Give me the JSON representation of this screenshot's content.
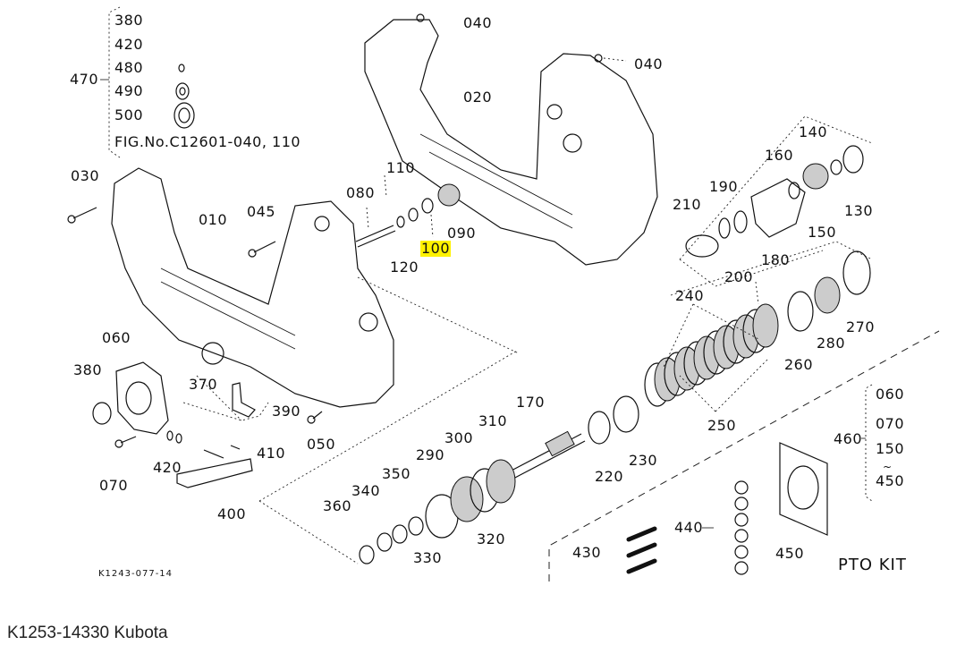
{
  "caption": "K1253-14330 Kubota",
  "drawing_code": "K1243-077-14",
  "kit_title": "PTO KIT",
  "group_470": {
    "label": "470",
    "items": [
      "380",
      "420",
      "480",
      "490",
      "500"
    ],
    "reference": "FIG.No.C12601-040, 110"
  },
  "group_460": {
    "label": "460",
    "items": [
      "060",
      "070",
      "150",
      "~",
      "450"
    ]
  },
  "highlighted_part": "100",
  "highlight_color": "#fff200",
  "part_labels": {
    "p030": "030",
    "p010": "010",
    "p045": "045",
    "p080": "080",
    "p110": "110",
    "p100": "100",
    "p090": "090",
    "p120": "120",
    "p040a": "040",
    "p040b": "040",
    "p020": "020",
    "p140": "140",
    "p160": "160",
    "p190": "190",
    "p210": "210",
    "p130": "130",
    "p150": "150",
    "p180": "180",
    "p200": "200",
    "p240": "240",
    "p270": "270",
    "p280": "280",
    "p260": "260",
    "p250": "250",
    "p060": "060",
    "p380": "380",
    "p370": "370",
    "p390": "390",
    "p050": "050",
    "p410": "410",
    "p420": "420",
    "p070": "070",
    "p400": "400",
    "p170": "170",
    "p310": "310",
    "p300": "300",
    "p290": "290",
    "p350": "350",
    "p340": "340",
    "p360": "360",
    "p330": "330",
    "p320": "320",
    "p220": "220",
    "p230": "230",
    "p430": "430",
    "p440": "440",
    "p450": "450"
  }
}
